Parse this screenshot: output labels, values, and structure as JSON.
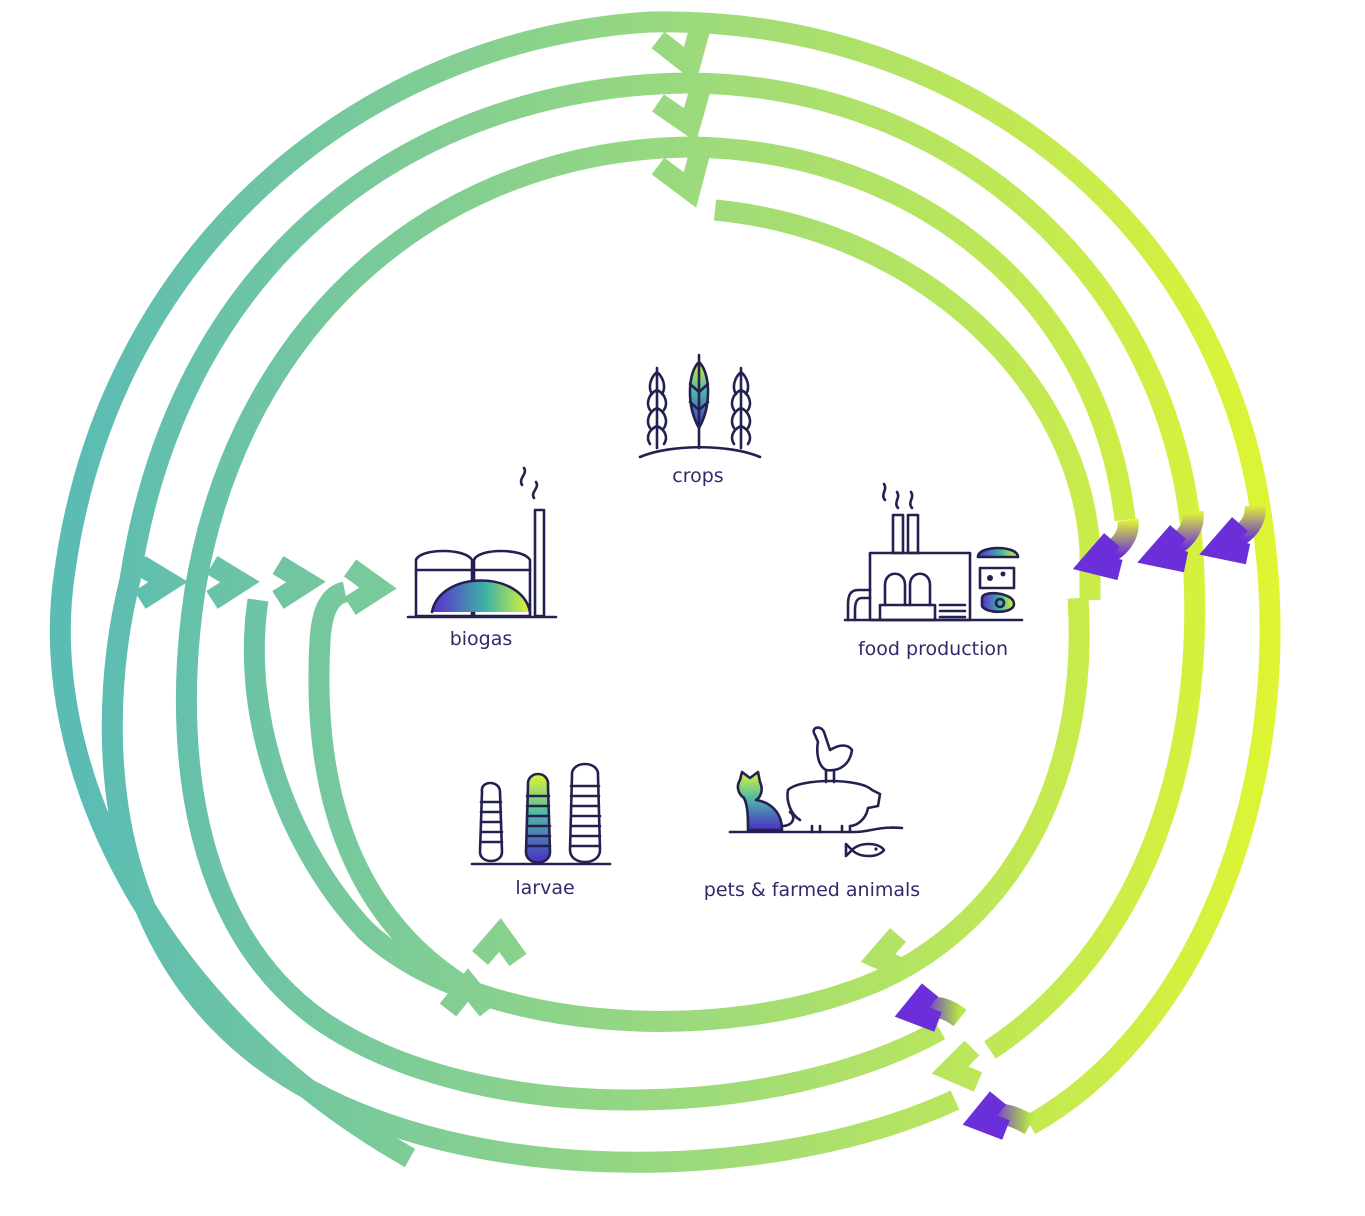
{
  "diagram": {
    "nodes": [
      {
        "id": "crops",
        "label": "crops",
        "icon": "wheat-icon"
      },
      {
        "id": "food_production",
        "label": "food production",
        "icon": "factory-icon"
      },
      {
        "id": "pets_farmed",
        "label": "pets & farmed animals",
        "icon": "animals-icon"
      },
      {
        "id": "larvae",
        "label": "larvae",
        "icon": "larvae-icon"
      },
      {
        "id": "biogas",
        "label": "biogas",
        "icon": "biogas-plant-icon"
      }
    ],
    "colors": {
      "teal": "#5bbcb4",
      "green": "#9ad97e",
      "lime": "#d8f23a",
      "purple": "#6a2fd8",
      "ink": "#22214f",
      "label": "#2e2b6b"
    }
  }
}
